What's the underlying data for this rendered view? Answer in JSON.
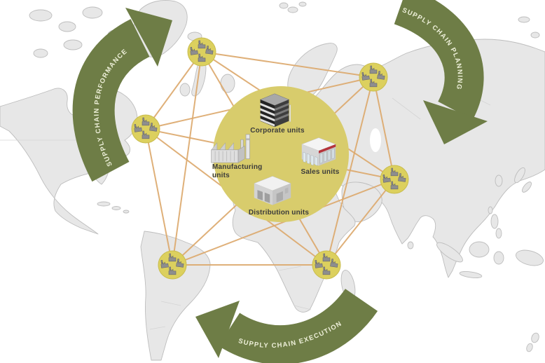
{
  "arrows": {
    "performance": {
      "label": "SUPPLY CHAIN PERFORMANCE"
    },
    "planning": {
      "label": "SUPPLY CHAIN PLANNING"
    },
    "execution": {
      "label": "SUPPLY CHAIN EXECUTION"
    }
  },
  "hub": {
    "units": [
      {
        "label": "Corporate units",
        "icon": "office-tower-icon"
      },
      {
        "label": "Manufacturing units",
        "icon": "factory-icon"
      },
      {
        "label": "Sales units",
        "icon": "storefront-icon"
      },
      {
        "label": "Distribution units",
        "icon": "warehouse-icon"
      }
    ]
  },
  "network": {
    "node_icon": "site-cluster-icon",
    "node_locations": [
      "north-america",
      "northern-europe",
      "northern-russia",
      "south-asia",
      "east-africa",
      "south-america"
    ]
  },
  "colors": {
    "arrow-green": "#6E7D46",
    "arrow-text": "#EDEFD8",
    "hub-yellow": "#D8CC6C",
    "node-yellow": "#DCD05E",
    "link-tan": "#DCA96E",
    "land": "#E7E7E7",
    "land-border": "#BDBDBD",
    "label-text": "#3B3B3B",
    "background": "#FFFFFF"
  }
}
